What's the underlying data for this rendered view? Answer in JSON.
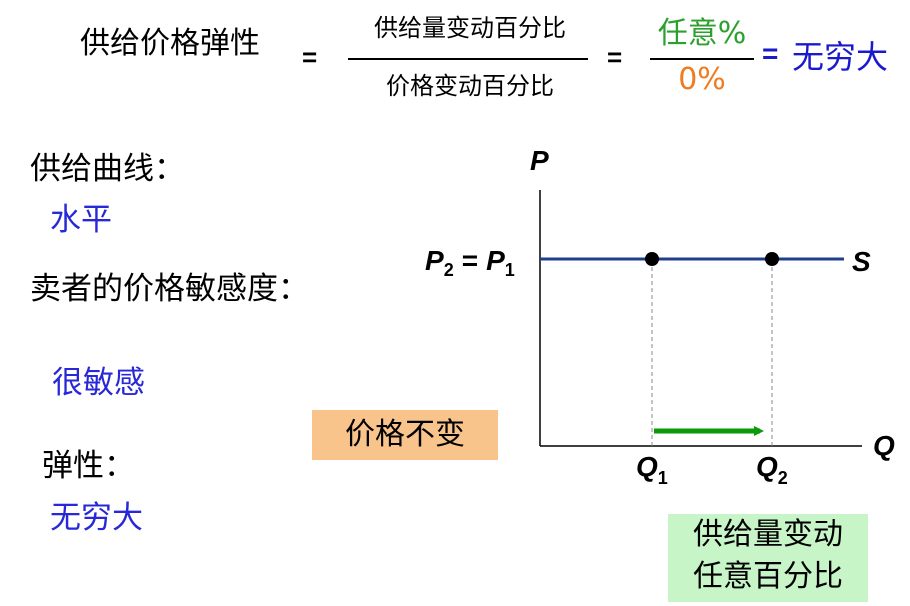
{
  "formula": {
    "lhs": "供给价格弹性",
    "eq1": "=",
    "frac1_num": "供给量变动百分比",
    "frac1_den": "价格变动百分比",
    "eq2": "=",
    "frac2_num": "任意%",
    "frac2_den": "0%",
    "eq3": "=",
    "result": "无穷大"
  },
  "left_panel": {
    "curve_label": "供给曲线：",
    "curve_value": "水平",
    "sensitivity_label": "卖者的价格敏感度：",
    "sensitivity_value": "很敏感",
    "elasticity_label": "弹性：",
    "elasticity_value": "无穷大"
  },
  "notes": {
    "price_unchanged": "价格不变",
    "quantity_change_line1": "供给量变动",
    "quantity_change_line2": "任意百分比"
  },
  "graph": {
    "y_axis_label": "P",
    "x_axis_label": "Q",
    "price_label_p": "P",
    "price_label_sub2": "2",
    "price_label_eq": "=",
    "price_label_p1": "P",
    "price_label_sub1": "1",
    "q1_main": "Q",
    "q1_sub": "1",
    "q2_main": "Q",
    "q2_sub": "2",
    "curve_label": "S",
    "colors": {
      "supply_line": "#1f3e8c",
      "arrow": "#0a9a0a",
      "guide": "#888888"
    }
  }
}
